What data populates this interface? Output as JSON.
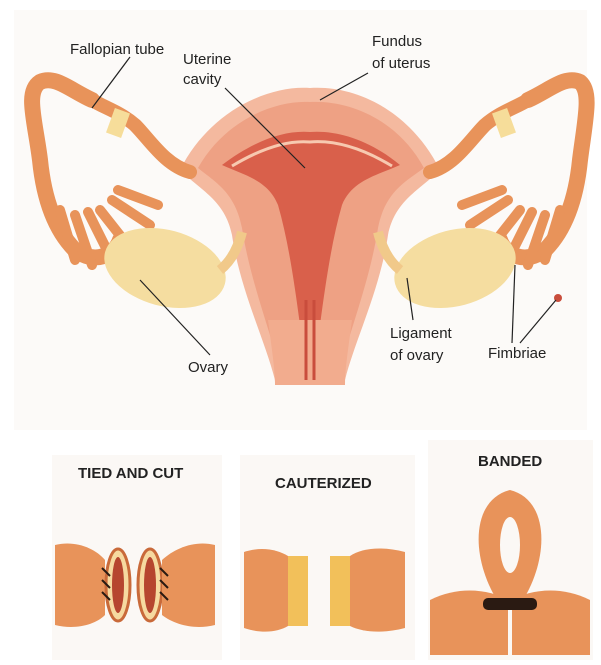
{
  "labels": {
    "fallopian_tube": "Fallopian tube",
    "uterine_cavity_1": "Uterine",
    "uterine_cavity_2": "cavity",
    "fundus_1": "Fundus",
    "fundus_2": "of uterus",
    "ovary": "Ovary",
    "ligament_1": "Ligament",
    "ligament_2": "of ovary",
    "fimbriae": "Fimbriae"
  },
  "methods": [
    {
      "title": "TIED AND CUT"
    },
    {
      "title": "CAUTERIZED"
    },
    {
      "title": "BANDED"
    }
  ],
  "colors": {
    "tube": "#e8935a",
    "tube_dark": "#c96a3a",
    "uterus_outer": "#f2a88a",
    "uterus_mid": "#e98a6a",
    "cavity": "#d95f4a",
    "ovary": "#f4d89a",
    "band": "#2a1a12",
    "cautery": "#f2c05a"
  }
}
